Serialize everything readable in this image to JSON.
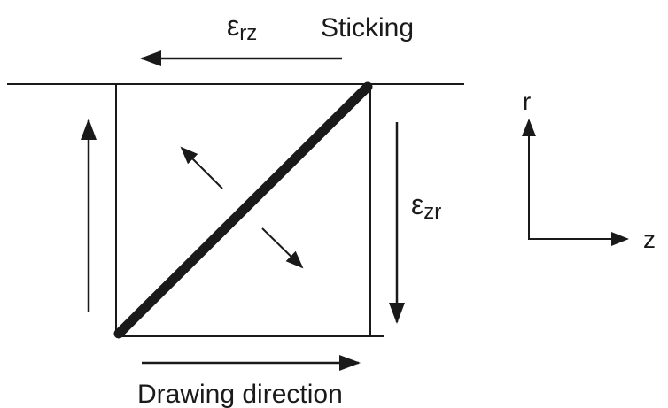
{
  "diagram": {
    "labels": {
      "epsilon_rz": {
        "symbol": "ε",
        "subscript": "rz"
      },
      "sticking": "Sticking",
      "epsilon_zr": {
        "symbol": "ε",
        "subscript": "zr"
      },
      "axis_r": "r",
      "axis_z": "z",
      "drawing_direction": "Drawing direction"
    },
    "colors": {
      "ink": "#1a1a1a",
      "background": "#ffffff"
    }
  }
}
